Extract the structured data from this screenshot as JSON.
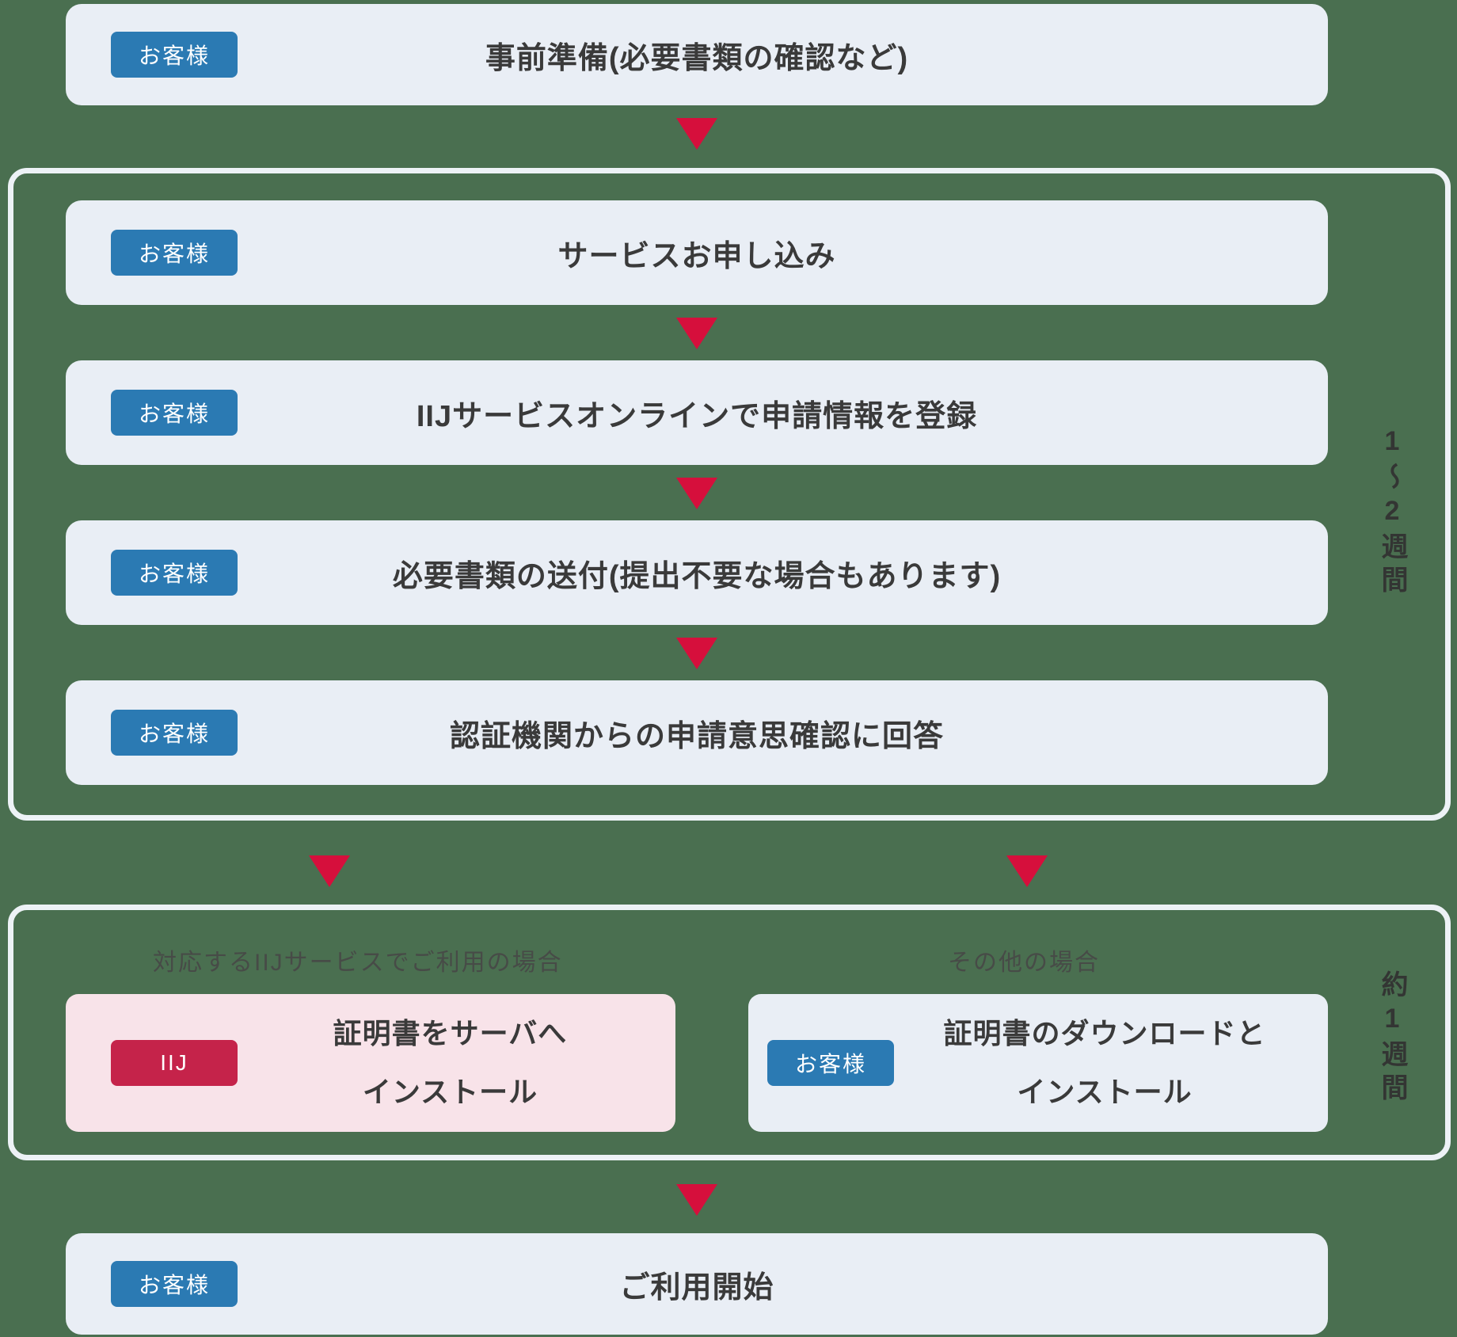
{
  "colors": {
    "background": "#4a6f50",
    "box_bg": "#e9eef5",
    "box_pink_bg": "#f8e3e9",
    "group_border": "#edf2f6",
    "badge_customer_bg": "#2b7ab3",
    "badge_iij_bg": "#c5234a",
    "arrow": "#d60f3c",
    "title_text": "#3a3a3a",
    "label_text": "#474b47"
  },
  "steps": {
    "preparation": {
      "badge": "お客様",
      "title": "事前準備(必要書類の確認など)"
    },
    "apply": {
      "badge": "お客様",
      "title": "サービスお申し込み"
    },
    "register": {
      "badge": "お客様",
      "title": "IIJサービスオンラインで申請情報を登録"
    },
    "documents": {
      "badge": "お客様",
      "title": "必要書類の送付(提出不要な場合もあります)"
    },
    "confirm": {
      "badge": "お客様",
      "title": "認証機関からの申請意思確認に回答"
    },
    "start": {
      "badge": "お客様",
      "title": "ご利用開始"
    }
  },
  "durations": {
    "group1": "1〜2週間",
    "group2": "約1週間"
  },
  "branch": {
    "left": {
      "label": "対応するIIJサービスでご利用の場合",
      "badge": "IIJ",
      "line1": "証明書をサーバへ",
      "line2": "インストール"
    },
    "right": {
      "label": "その他の場合",
      "badge": "お客様",
      "line1": "証明書のダウンロードと",
      "line2": "インストール"
    }
  }
}
